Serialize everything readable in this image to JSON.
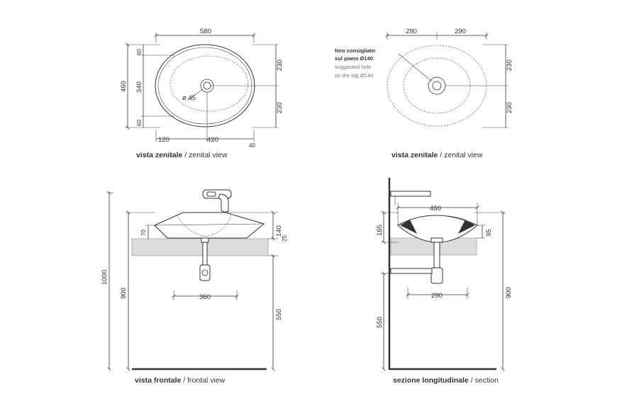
{
  "views": {
    "top_left": {
      "caption_bold": "vista zenitale",
      "caption_sep": " / ",
      "caption_en": "zenital view",
      "dims": {
        "width": "580",
        "height": "460",
        "inner": "340",
        "top_gap": "60",
        "bottom_gap": "60",
        "right_top": "230",
        "right_bottom": "230",
        "left_offset": "120",
        "bottom_span": "420",
        "bottom_right": "40",
        "drain": "ø 45"
      }
    },
    "top_right": {
      "caption_bold": "vista zenitale",
      "caption_sep": " / ",
      "caption_en": "zenital view",
      "dims": {
        "half_left": "290",
        "half_right": "290",
        "right_top": "230",
        "right_bottom": "230"
      },
      "note": {
        "line1": "foro consigliato",
        "line2": "sul piano Ø140",
        "line3": "suggested hole",
        "line4": "on the top Ø140"
      }
    },
    "front": {
      "caption_bold": "vista frontale",
      "caption_sep": " / ",
      "caption_en": "frontal view",
      "dims": {
        "total": "1000",
        "counter_height": "900",
        "bowl_depth": "70",
        "height": "140",
        "counter_thickness": "25",
        "trap": "360",
        "right_height": "550"
      }
    },
    "section": {
      "caption_bold": "sezione longitudinale",
      "caption_sep": " / ",
      "caption_en": "section",
      "dims": {
        "width": "460",
        "depth": "165",
        "inner": "95",
        "trap": "290",
        "left_height": "550",
        "right_height": "900"
      }
    }
  },
  "colors": {
    "line": "#333333",
    "counter": "#dcdcdc",
    "floor": "#333333"
  }
}
